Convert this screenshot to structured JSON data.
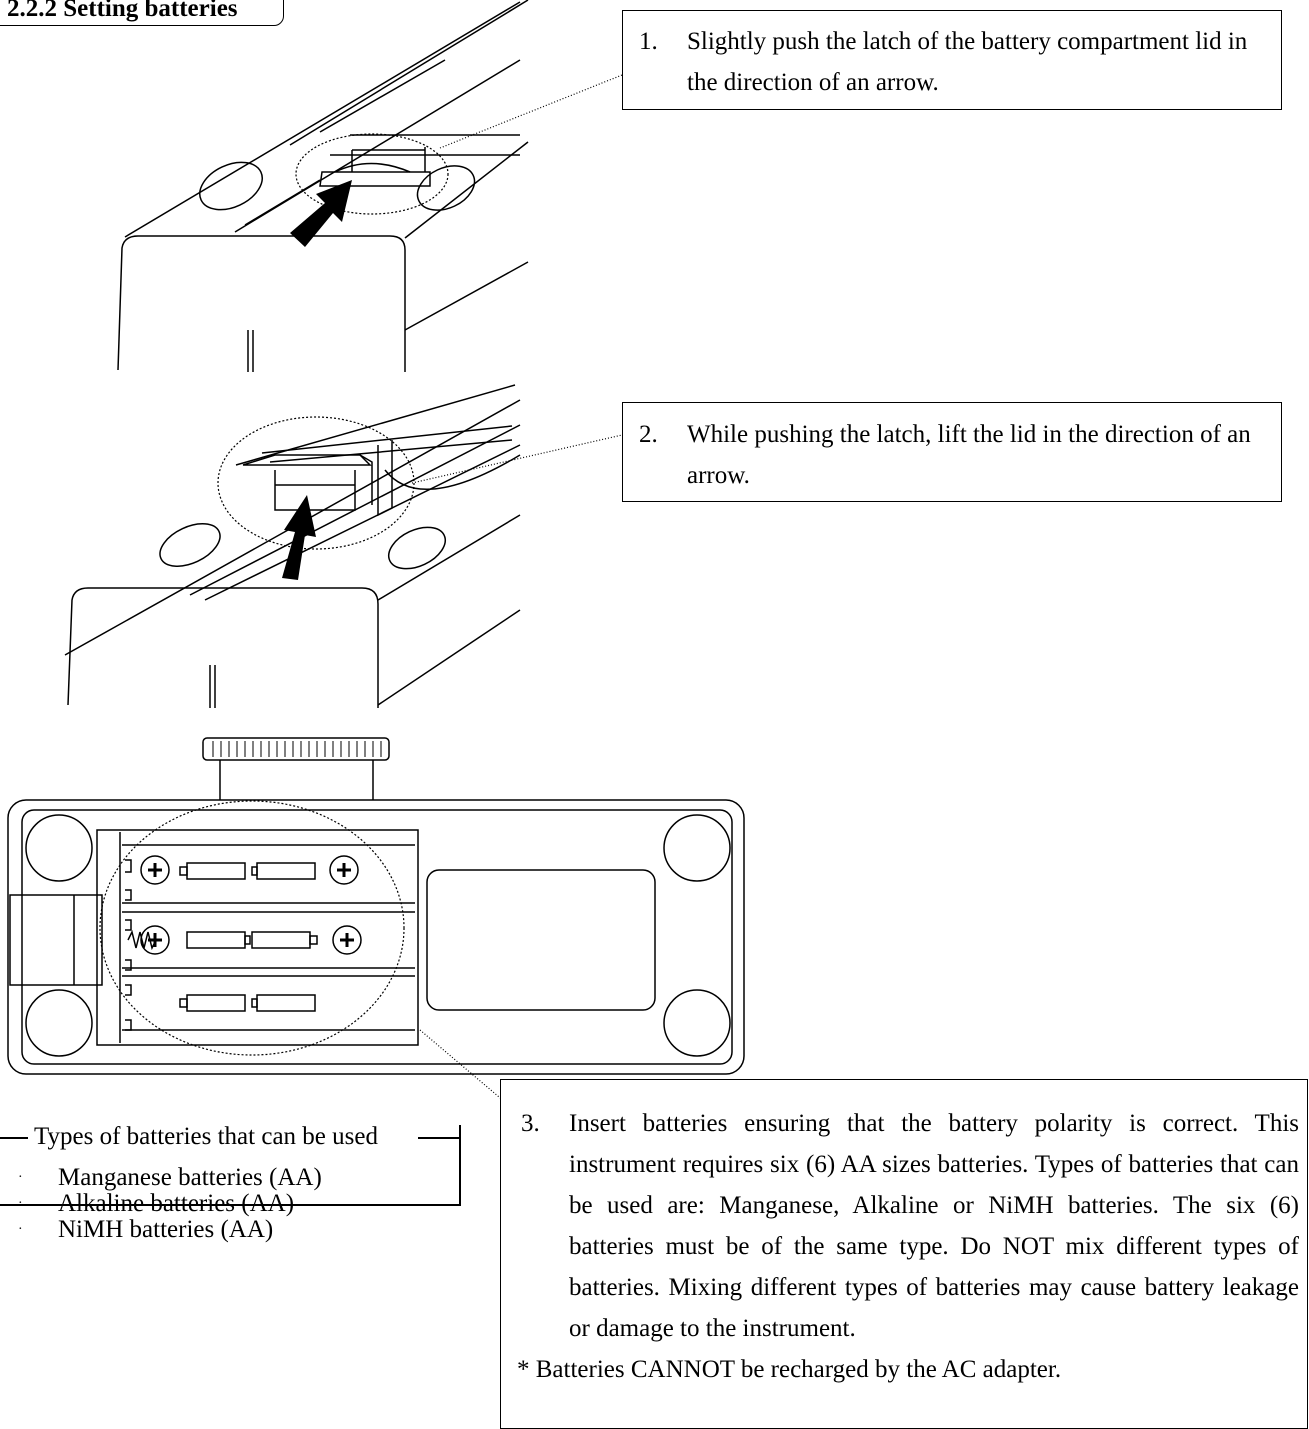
{
  "section_heading": "2.2.2 Setting batteries",
  "steps": [
    {
      "number": "1.",
      "text": "Slightly push the latch of the battery compartment lid in the direction of an arrow."
    },
    {
      "number": "2.",
      "text": "While pushing the latch, lift the lid in the direction of an arrow."
    },
    {
      "number": "3.",
      "text": "Insert batteries ensuring that the battery polarity is correct. This instrument requires six (6) AA sizes batteries. Types of batteries that can be used are: Manganese, Alkaline or NiMH batteries. The six (6) batteries must be of the same type. Do NOT mix different types of batteries. Mixing different types of batteries may cause battery leakage or damage to the instrument."
    }
  ],
  "note": "* Batteries CANNOT be recharged by the AC adapter.",
  "battery_types": {
    "title": "Types of batteries that can be used",
    "bullet": "·",
    "items": [
      "Manganese batteries (AA)",
      "Alkaline batteries (AA)",
      "NiMH batteries (AA)"
    ]
  },
  "figures": [
    {
      "name": "latch-push-illustration",
      "step": "1."
    },
    {
      "name": "lid-lift-illustration",
      "step": "2."
    },
    {
      "name": "battery-compartment-illustration",
      "step": "3."
    }
  ]
}
